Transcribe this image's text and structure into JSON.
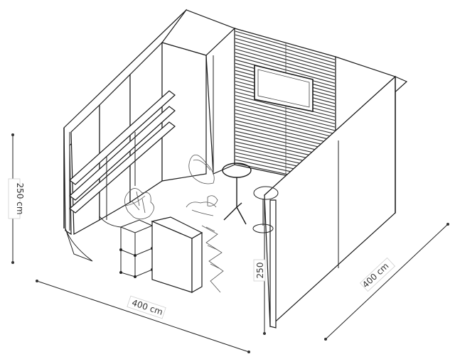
{
  "dimensions": {
    "height_label": "250 cm",
    "front_width_label": "400 cm",
    "side_depth_label": "400 cm",
    "wall_height_label": "250"
  },
  "colors": {
    "line": "#1a1a1a",
    "background": "#ffffff",
    "label_border": "#cfcfcf"
  }
}
